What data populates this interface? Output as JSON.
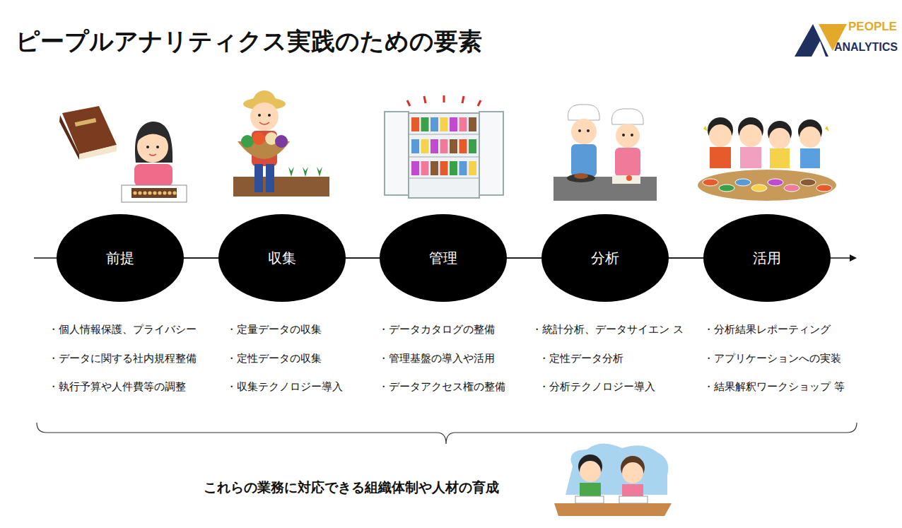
{
  "diagram": {
    "title": "ピープルアナリティクス実践のための要素",
    "nodes": [
      {
        "text": [
          "前提"
        ]
      },
      {
        "text": [
          "収集"
        ]
      },
      {
        "text": [
          "管理"
        ]
      },
      {
        "text": [
          "分析"
        ]
      },
      {
        "text": [
          "活用"
        ]
      }
    ],
    "edges": [
      {
        "from": 0,
        "to": 1,
        "arrow": "none"
      },
      {
        "from": 1,
        "to": 2,
        "arrow": "none"
      },
      {
        "from": 2,
        "to": 3,
        "arrow": "none"
      },
      {
        "from": 3,
        "to": 4,
        "arrow": "none"
      }
    ],
    "labels": [
      "PEOPLE",
      "ANALYTICS",
      "・個人情報保護、プライバシー",
      "・データに関する社内規程整備",
      "・執行予算や人件費等の調整",
      "・定量データの収集",
      "・定性データの収集",
      "・収集テクノロジー導入",
      "・データカタログの整備",
      "・管理基盤の導入や活用",
      "・データアクセス権の整備",
      "・統計分析、データサイエン ス",
      "・定性データ分析",
      "・分析テクノロジー導入",
      "・分析結果レポーティング",
      "・アプリケーションへの実装",
      "・結果解釈ワークショップ 等",
      "これらの業務に対応できる組織体制や人材の育成"
    ]
  }
}
